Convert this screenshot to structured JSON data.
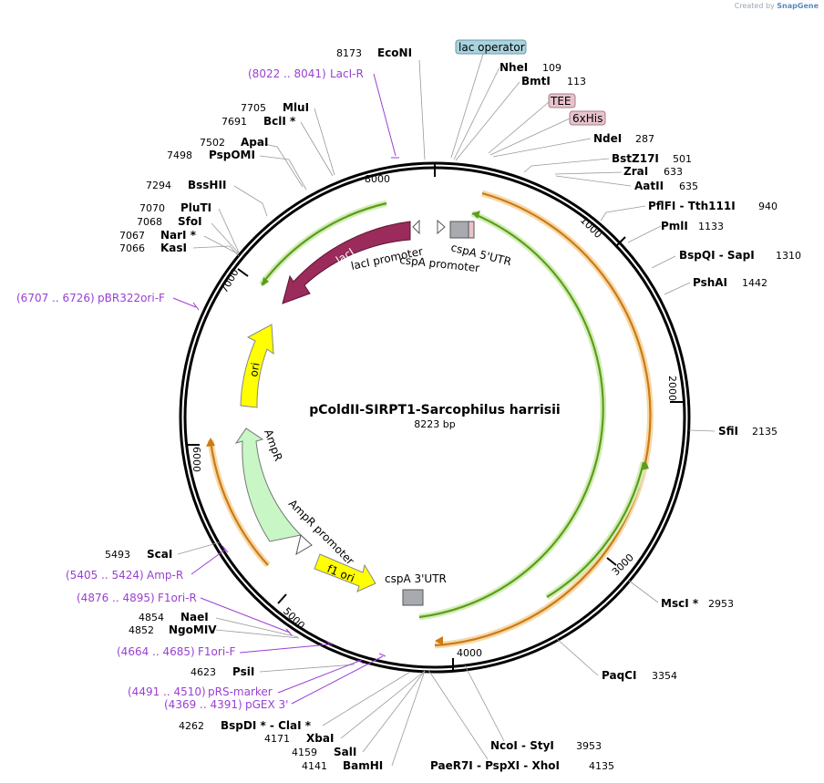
{
  "credit": {
    "prefix": "Created by",
    "brand": "SnapGene"
  },
  "plasmid": {
    "name": "pColdII-SIRPT1-Sarcophilus harrisii",
    "size_label": "8223 bp",
    "length": 8223
  },
  "colors": {
    "backbone": "#000000",
    "orf_green": "#5a9e1a",
    "orf_orange": "#cc7a12",
    "lacI": "#9b2b5a",
    "ori": "#ffff00",
    "ampR": "#c8f7c5",
    "f1ori": "#ffff00",
    "primer": "#9a3fd3",
    "lac_operator": "#a9d3de",
    "tag_pink": "#e7c3cd",
    "utr_gray": "#a7abb0"
  },
  "ticks": [
    "1000",
    "2000",
    "3000",
    "4000",
    "5000",
    "6000",
    "7000",
    "8000"
  ],
  "sites": [
    {
      "name": "EcoNI",
      "pos": "8173"
    },
    {
      "name": "NheI",
      "pos": "109"
    },
    {
      "name": "BmtI",
      "pos": "113"
    },
    {
      "name": "NdeI",
      "pos": "287"
    },
    {
      "name": "BstZ17I",
      "pos": "501"
    },
    {
      "name": "ZraI",
      "pos": "633"
    },
    {
      "name": "AatII",
      "pos": "635"
    },
    {
      "name": "PflFI - Tth111I",
      "pos": "940"
    },
    {
      "name": "PmlI",
      "pos": "1133"
    },
    {
      "name": "BspQI - SapI",
      "pos": "1310"
    },
    {
      "name": "PshAI",
      "pos": "1442"
    },
    {
      "name": "SfiI",
      "pos": "2135"
    },
    {
      "name": "MscI *",
      "pos": "2953"
    },
    {
      "name": "PaqCI",
      "pos": "3354"
    },
    {
      "name": "NcoI - StyI",
      "pos": "3953"
    },
    {
      "name": "PaeR7I - PspXI - XhoI",
      "pos": "4135"
    },
    {
      "name": "BamHI",
      "pos": "4141"
    },
    {
      "name": "SalI",
      "pos": "4159"
    },
    {
      "name": "XbaI",
      "pos": "4171"
    },
    {
      "name": "BspDI * - ClaI *",
      "pos": "4262"
    },
    {
      "name": "PsiI",
      "pos": "4623"
    },
    {
      "name": "NgoMIV",
      "pos": "4852"
    },
    {
      "name": "NaeI",
      "pos": "4854"
    },
    {
      "name": "ScaI",
      "pos": "5493"
    },
    {
      "name": "KasI",
      "pos": "7066"
    },
    {
      "name": "NarI *",
      "pos": "7067"
    },
    {
      "name": "SfoI",
      "pos": "7068"
    },
    {
      "name": "PluTI",
      "pos": "7070"
    },
    {
      "name": "BssHII",
      "pos": "7294"
    },
    {
      "name": "PspOMI",
      "pos": "7498"
    },
    {
      "name": "ApaI",
      "pos": "7502"
    },
    {
      "name": "BclI *",
      "pos": "7691"
    },
    {
      "name": "MluI",
      "pos": "7705"
    }
  ],
  "primers": [
    {
      "name": "LacI-R",
      "range": "(8022 .. 8041)"
    },
    {
      "name": "pBR322ori-F",
      "range": "(6707 .. 6726)"
    },
    {
      "name": "Amp-R",
      "range": "(5405 .. 5424)"
    },
    {
      "name": "F1ori-R",
      "range": "(4876 .. 4895)"
    },
    {
      "name": "F1ori-F",
      "range": "(4664 .. 4685)"
    },
    {
      "name": "pRS-marker",
      "range": "(4491 .. 4510)"
    },
    {
      "name": "pGEX 3'",
      "range": "(4369 .. 4391)"
    }
  ],
  "features": {
    "lac_operator": "lac operator",
    "tee": "TEE",
    "his": "6xHis",
    "lacI": "lacI",
    "lacI_promoter": "lacI promoter",
    "cspA_promoter": "cspA promoter",
    "cspA_5utr": "cspA 5'UTR",
    "ori": "ori",
    "ampR": "AmpR",
    "ampR_promoter": "AmpR promoter",
    "f1_ori": "f1 ori",
    "cspA_3utr": "cspA 3'UTR"
  }
}
